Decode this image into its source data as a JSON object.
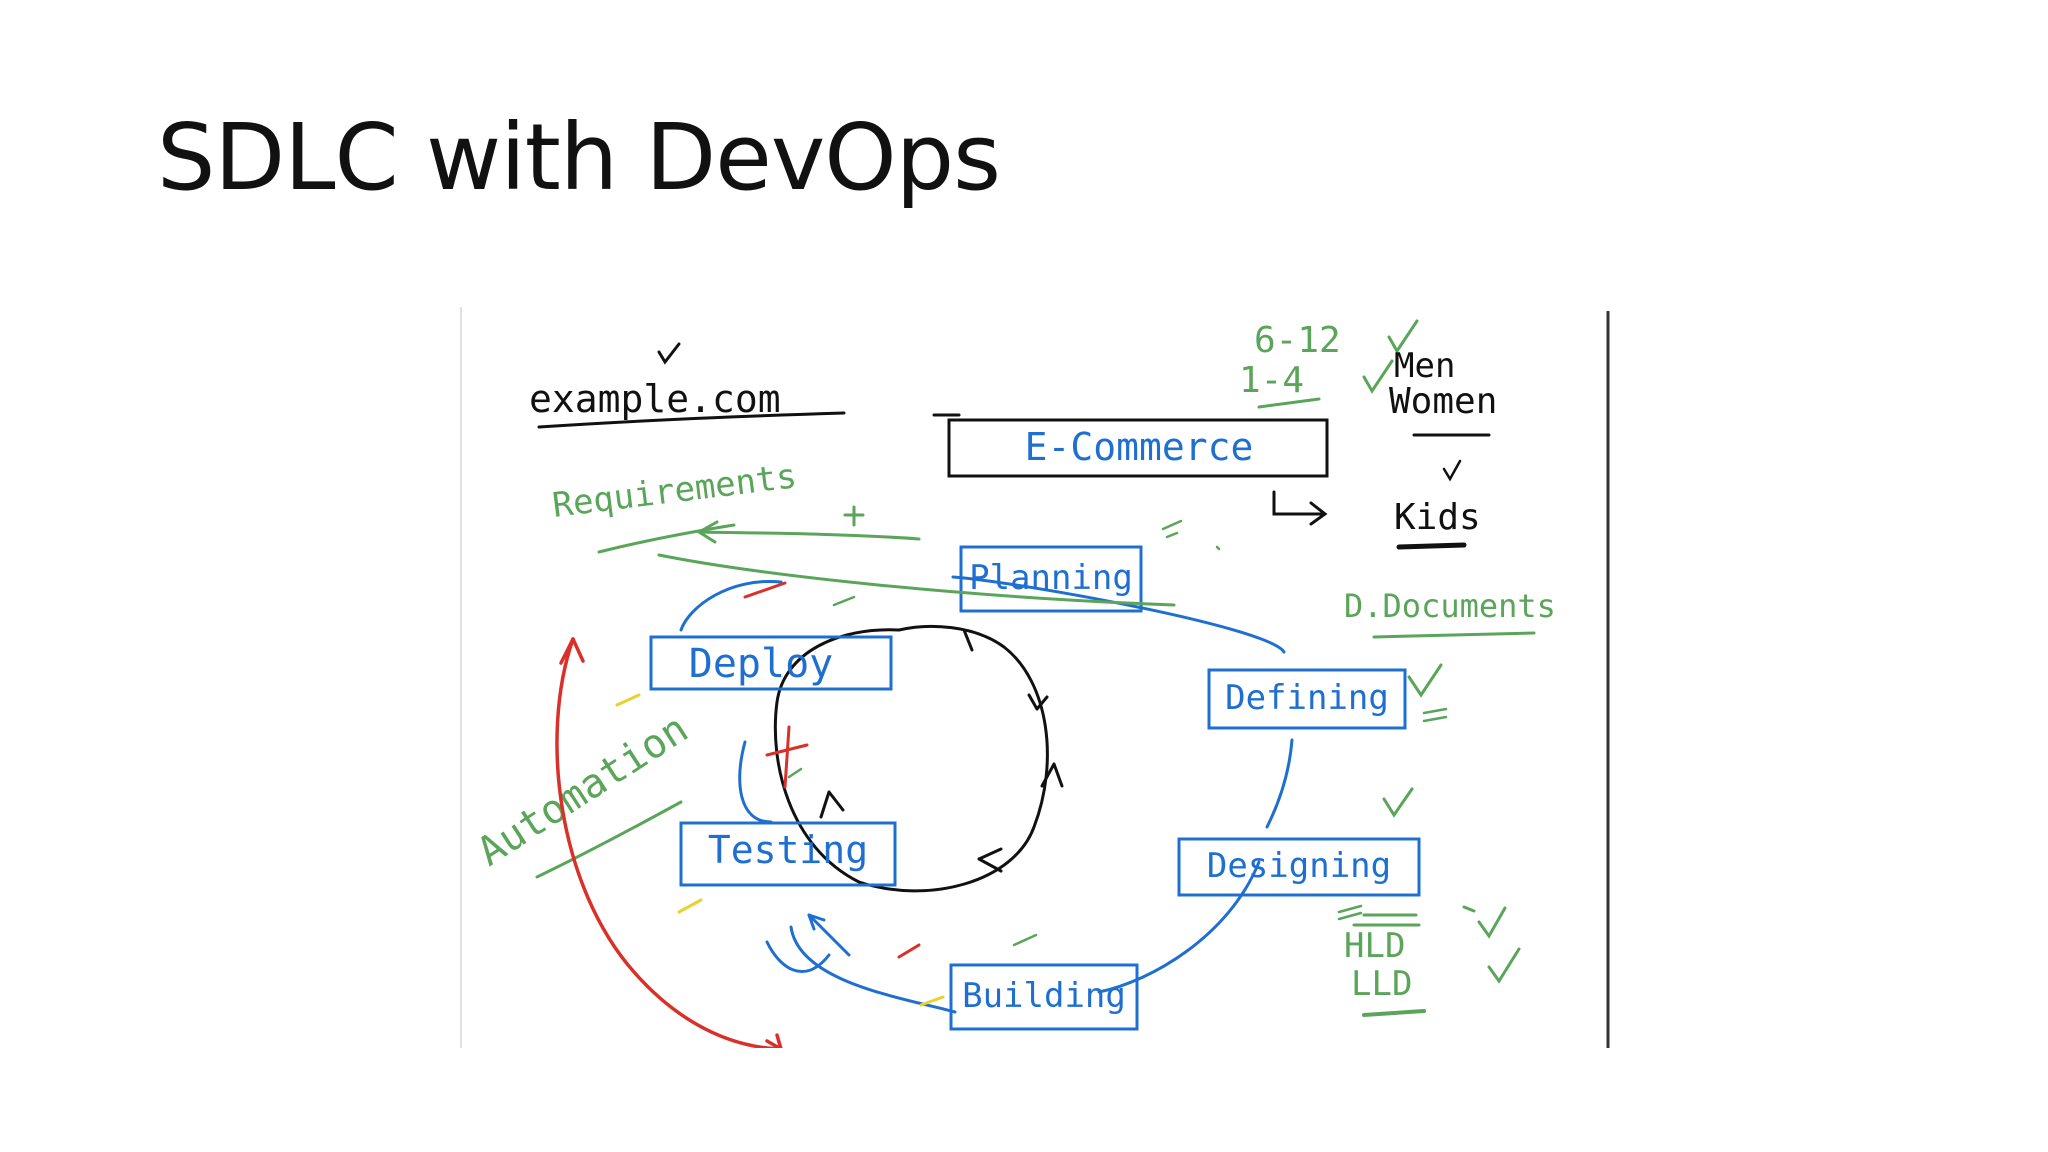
{
  "slide": {
    "title": "SDLC with DevOps"
  },
  "diagram": {
    "header_box": "E-Commerce",
    "site": "example.com",
    "stages": {
      "planning": "Planning",
      "defining": "Defining",
      "designing": "Designing",
      "building": "Building",
      "testing": "Testing",
      "deploy": "Deploy"
    },
    "notes": {
      "requirements": "Requirements",
      "documents": "D.Documents",
      "automation": "Automation",
      "age_1": "6-12",
      "age_2": "1-4",
      "men": "Men",
      "women": "Women",
      "kids": "Kids",
      "hld": "HLD",
      "lld": "LLD"
    }
  },
  "colors": {
    "blue": "#1f6fd1",
    "green": "#5aa55a",
    "red": "#d9302a",
    "yellow": "#e8d22b",
    "black": "#111111"
  }
}
